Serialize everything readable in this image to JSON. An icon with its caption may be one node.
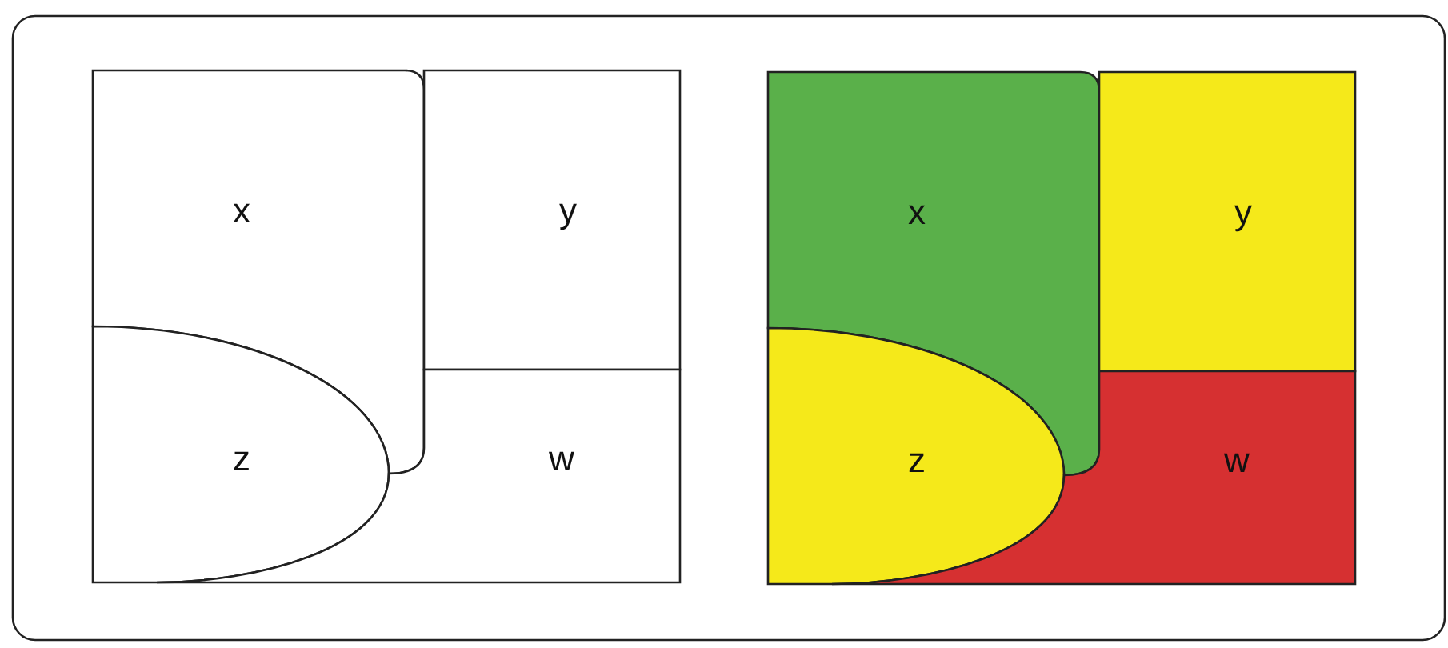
{
  "diagram": {
    "nodes": [
      {
        "text": [
          "x"
        ]
      },
      {
        "text": [
          "y"
        ]
      },
      {
        "text": [
          "z"
        ]
      },
      {
        "text": [
          "w"
        ]
      },
      {
        "text": [
          "x"
        ]
      },
      {
        "text": [
          "y"
        ]
      },
      {
        "text": [
          "z"
        ]
      },
      {
        "text": [
          "w"
        ]
      }
    ]
  }
}
